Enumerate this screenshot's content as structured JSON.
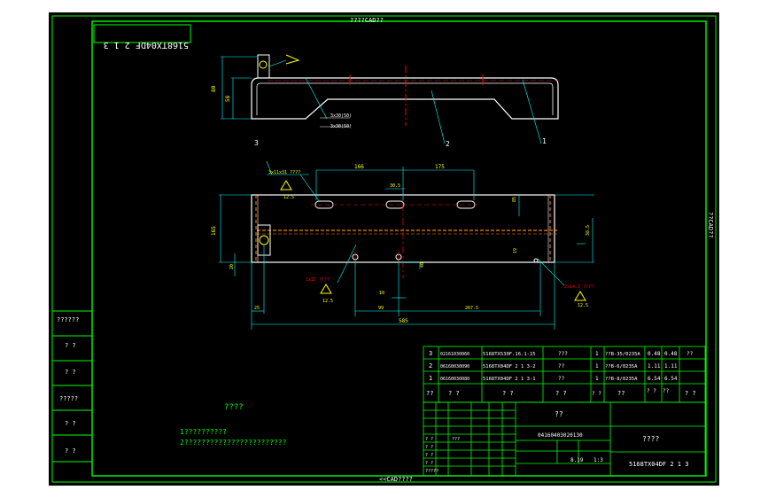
{
  "frame": {
    "title_top": "????CAD??",
    "title_bottom": "<<CAD????",
    "title_right": "??CAD??",
    "drawing_number_mirrored": "5168TX04DF 2 1 3"
  },
  "left_strip": [
    "??????",
    "? ?",
    "? ?",
    "?????",
    "? ?",
    "? ?"
  ],
  "front_view": {
    "dims": [
      "80",
      "58"
    ],
    "weld_symbols": [
      "3x30(50)",
      "3x30(50)"
    ],
    "balloons": [
      "1",
      "2"
    ]
  },
  "top_view": {
    "balloon": "3",
    "hole_note": "3x11x31 ????",
    "dims_top": [
      "166",
      "175",
      "30.5"
    ],
    "dims_right": [
      "85",
      "38.5",
      "19"
    ],
    "dim_left_v": "165",
    "dim_left_small": "20",
    "bottom_dims": [
      "25",
      "30",
      "99",
      "267.5",
      "585"
    ],
    "small_dim": "10",
    "right_small": "40",
    "hole_callouts": [
      "2x17 ????",
      "2x14.5 ????"
    ],
    "roughness": [
      "12.5",
      "12.5",
      "12.5"
    ]
  },
  "notes": {
    "heading": "????",
    "lines": [
      "1??????????",
      "2????????????????????????"
    ]
  },
  "parts_list": [
    {
      "no": "3",
      "code": "02161030060",
      "drawing": "5168TX530F.16.1-15",
      "name": "???",
      "qty": "1",
      "material": "??B-35/0235A",
      "unit": "0.48",
      "total": "0.48",
      "note": "??"
    },
    {
      "no": "2",
      "code": "06160030090",
      "drawing": "5168TX04DF 2 1 3-2",
      "name": "??",
      "qty": "1",
      "material": "??B-6/0235A",
      "unit": "1.11",
      "total": "1.11",
      "note": ""
    },
    {
      "no": "1",
      "code": "06160030080",
      "drawing": "5168TX04DF 2 1 3-1",
      "name": "??",
      "qty": "1",
      "material": "??B-8/0235A",
      "unit": "6.54",
      "total": "6.54",
      "note": ""
    }
  ],
  "parts_header": [
    "??",
    "?  ?",
    "?  ?",
    "?  ?",
    "?  ?",
    "??",
    "?  ?",
    "??",
    "?  ?"
  ],
  "title_block": {
    "name": "??",
    "code": "04160403020130",
    "unit_name": "????",
    "drawing_number": "5168TX04DF 2 1 3",
    "scale": "1:3",
    "weight": "8.19",
    "left_labels": [
      "? ?",
      "? ?",
      "? ?",
      "???",
      "? ?",
      "?????"
    ]
  },
  "colors": {
    "line": "#00ff00",
    "part": "#ffffff",
    "dim": "#00ffff",
    "center": "#ff0000",
    "yellow": "#ffff00",
    "hidden": "#ff8000"
  }
}
